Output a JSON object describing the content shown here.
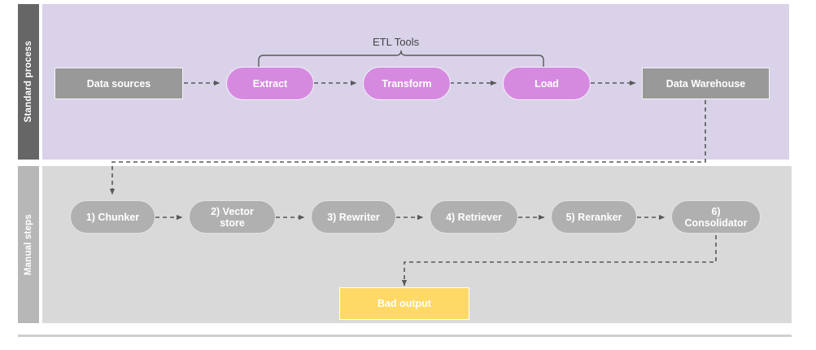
{
  "diagram": {
    "type": "flowchart",
    "lanes": [
      {
        "id": "standard-process",
        "label": "Standard process",
        "label_color": "#666666",
        "body_color": "#d9d2e9",
        "nodes": [
          {
            "id": "data-sources",
            "label": "Data sources",
            "shape": "rect",
            "color": "#999999"
          },
          {
            "id": "extract",
            "label": "Extract",
            "shape": "pill",
            "color": "#d58ae0"
          },
          {
            "id": "transform",
            "label": "Transform",
            "shape": "pill",
            "color": "#d58ae0"
          },
          {
            "id": "load",
            "label": "Load",
            "shape": "pill",
            "color": "#d58ae0"
          },
          {
            "id": "data-warehouse",
            "label": "Data Warehouse",
            "shape": "rect",
            "color": "#999999"
          }
        ],
        "annotation": {
          "id": "etl-tools",
          "label": "ETL Tools",
          "spans": [
            "extract",
            "transform",
            "load"
          ]
        }
      },
      {
        "id": "manual-steps",
        "label": "Manual steps",
        "label_color": "#b7b7b7",
        "body_color": "#d9d9d9",
        "nodes": [
          {
            "id": "chunker",
            "label": "1) Chunker",
            "shape": "pill",
            "color": "#b0b0b0"
          },
          {
            "id": "vector-store",
            "label": "2) Vector store",
            "shape": "pill",
            "color": "#b0b0b0"
          },
          {
            "id": "rewriter",
            "label": "3) Rewriter",
            "shape": "pill",
            "color": "#b0b0b0"
          },
          {
            "id": "retriever",
            "label": "4) Retriever",
            "shape": "pill",
            "color": "#b0b0b0"
          },
          {
            "id": "reranker",
            "label": "5) Reranker",
            "shape": "pill",
            "color": "#b0b0b0"
          },
          {
            "id": "consolidator",
            "label": "6) Consolidator",
            "shape": "pill",
            "color": "#b0b0b0"
          },
          {
            "id": "bad-output",
            "label": "Bad output",
            "shape": "rect",
            "color": "#ffd966"
          }
        ]
      }
    ],
    "edges": [
      {
        "from": "data-sources",
        "to": "extract",
        "style": "dashed"
      },
      {
        "from": "extract",
        "to": "transform",
        "style": "dashed"
      },
      {
        "from": "transform",
        "to": "load",
        "style": "dashed"
      },
      {
        "from": "load",
        "to": "data-warehouse",
        "style": "dashed"
      },
      {
        "from": "data-warehouse",
        "to": "chunker",
        "style": "dashed"
      },
      {
        "from": "chunker",
        "to": "vector-store",
        "style": "dashed"
      },
      {
        "from": "vector-store",
        "to": "rewriter",
        "style": "dashed"
      },
      {
        "from": "rewriter",
        "to": "retriever",
        "style": "dashed"
      },
      {
        "from": "retriever",
        "to": "reranker",
        "style": "dashed"
      },
      {
        "from": "reranker",
        "to": "consolidator",
        "style": "dashed"
      },
      {
        "from": "consolidator",
        "to": "bad-output",
        "style": "dashed"
      }
    ],
    "edge_color": "#595959"
  }
}
